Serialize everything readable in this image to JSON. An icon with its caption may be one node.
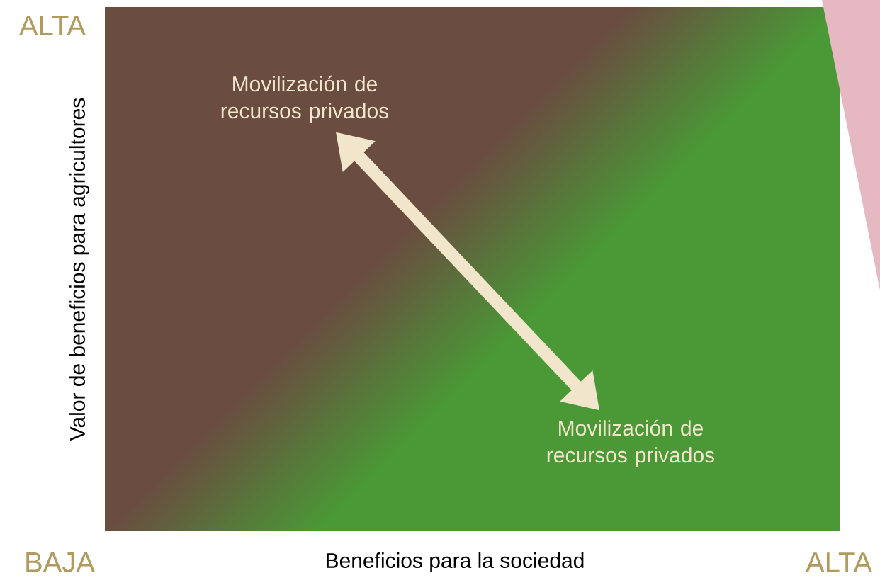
{
  "diagram": {
    "nodes": [
      {
        "text": [
          "Movilización de recursos privados"
        ]
      },
      {
        "text": [
          "Movilización de recursos privados"
        ]
      }
    ],
    "edges": [
      {
        "from": 0,
        "to": 1,
        "arrow": "both"
      }
    ],
    "labels": [
      "ALTA",
      "Valor de beneficios para agricultores",
      "BAJA",
      "Beneficios para la sociedad",
      "ALTA"
    ]
  }
}
